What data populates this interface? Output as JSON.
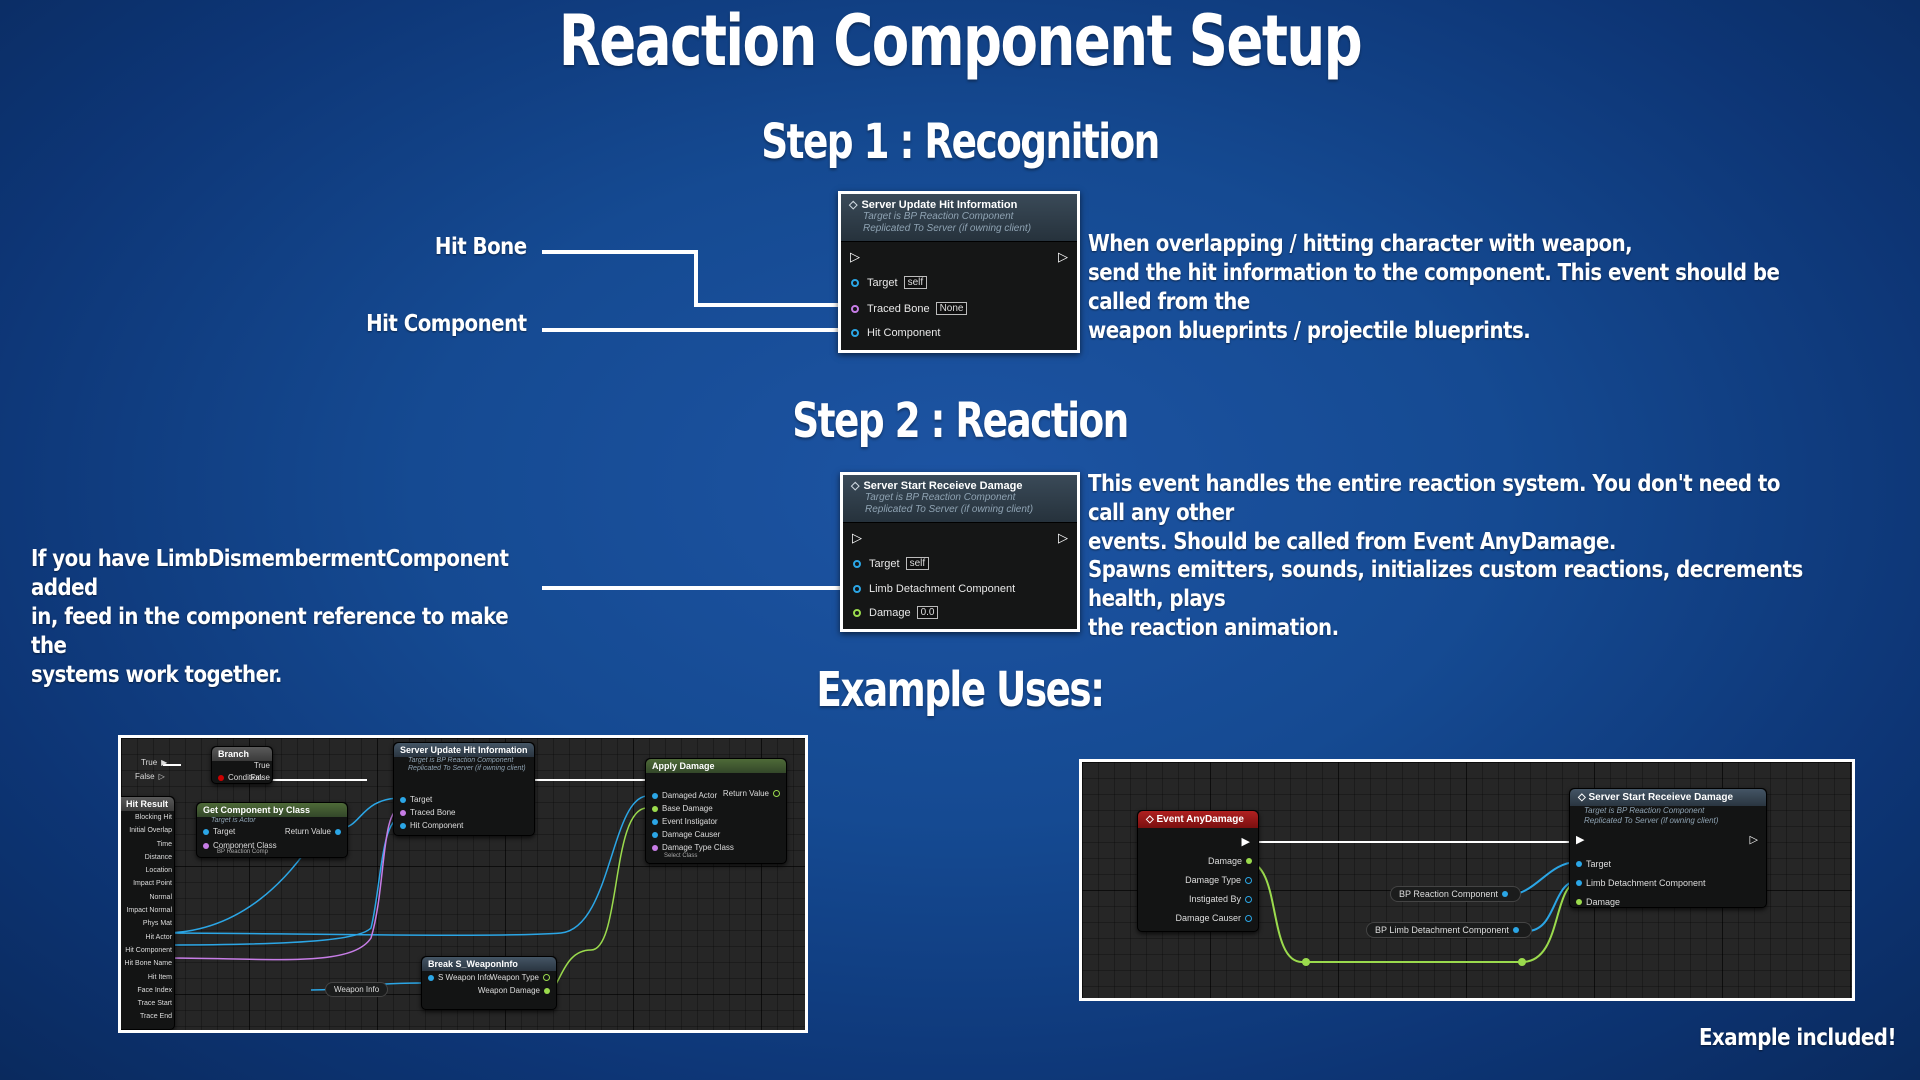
{
  "title": "Reaction Component Setup",
  "step1": {
    "heading": "Step 1 : Recognition",
    "labels": {
      "hit_bone": "Hit Bone",
      "hit_component": "Hit Component"
    },
    "node": {
      "title": "Server Update Hit Information",
      "sub1": "Target is BP Reaction Component",
      "sub2": "Replicated To Server (if owning client)",
      "pins": {
        "target": "Target",
        "target_val": "self",
        "traced_bone": "Traced Bone",
        "traced_bone_val": "None",
        "hit_component": "Hit Component"
      }
    },
    "description": [
      "When overlapping / hitting character with weapon,",
      "send the hit information to the component. This event should be called from the",
      "weapon blueprints / projectile blueprints."
    ]
  },
  "step2": {
    "heading": "Step 2 : Reaction",
    "left_note": [
      "If you have LimbDismembermentComponent added",
      "in, feed in the component reference to make the",
      "systems work together."
    ],
    "node": {
      "title": "Server Start Receieve Damage",
      "sub1": "Target is BP Reaction Component",
      "sub2": "Replicated To Server (if owning client)",
      "pins": {
        "target": "Target",
        "target_val": "self",
        "limb": "Limb Detachment Component",
        "damage": "Damage",
        "damage_val": "0.0"
      }
    },
    "description1": [
      "This event handles the entire reaction system.  You don't need to call any other",
      "events.  Should be called from Event AnyDamage."
    ],
    "description2": [
      "Spawns emitters, sounds, initializes custom reactions, decrements health, plays",
      "the reaction animation."
    ]
  },
  "examples": {
    "heading": "Example Uses:",
    "footer": "Example included!",
    "left": {
      "branch": {
        "title": "Branch",
        "condition": "Condition",
        "true": "True",
        "false": "False"
      },
      "left_pins": {
        "true": "True",
        "false": "False"
      },
      "hit_result": {
        "title": "Hit Result",
        "pins": [
          "Blocking Hit",
          "Initial Overlap",
          "Time",
          "Distance",
          "Location",
          "Impact Point",
          "Normal",
          "Impact Normal",
          "Phys Mat",
          "Hit Actor",
          "Hit Component",
          "Hit Bone Name",
          "Hit Item",
          "Face Index",
          "Trace Start",
          "Trace End"
        ]
      },
      "get_component": {
        "title": "Get Component by Class",
        "sub": "Target is Actor",
        "target": "Target",
        "return": "Return Value",
        "class": "Component Class",
        "class_val": "BP Reaction Comp"
      },
      "server_update": {
        "title": "Server Update Hit Information",
        "sub1": "Target is BP Reaction Component",
        "sub2": "Replicated To Server (if owning client)",
        "target": "Target",
        "bone": "Traced Bone",
        "comp": "Hit Component"
      },
      "apply_damage": {
        "title": "Apply Damage",
        "pins": [
          "Damaged Actor",
          "Base Damage",
          "Event Instigator",
          "Damage Causer",
          "Damage Type Class"
        ],
        "select": "Select Class",
        "return": "Return Value"
      },
      "break_weapon": {
        "title": "Break S_WeaponInfo",
        "in": "S Weapon Info",
        "type": "Weapon Type",
        "damage": "Weapon Damage"
      },
      "weapon_info": "Weapon Info"
    },
    "right": {
      "event": {
        "title": "Event AnyDamage",
        "pins": [
          "Damage",
          "Damage Type",
          "Instigated By",
          "Damage Causer"
        ]
      },
      "node": {
        "title": "Server Start Receieve Damage",
        "sub1": "Target is BP Reaction Component",
        "sub2": "Replicated To Server (if owning client)",
        "target": "Target",
        "limb": "Limb Detachment Component",
        "damage": "Damage"
      },
      "var_reaction": "BP Reaction Component",
      "var_limb": "BP Limb Detachment Component"
    }
  },
  "colors": {
    "object_pin": "#2ba6e6",
    "name_pin": "#c77de6",
    "float_pin": "#9bdb4d",
    "event_red": "#b02020"
  }
}
